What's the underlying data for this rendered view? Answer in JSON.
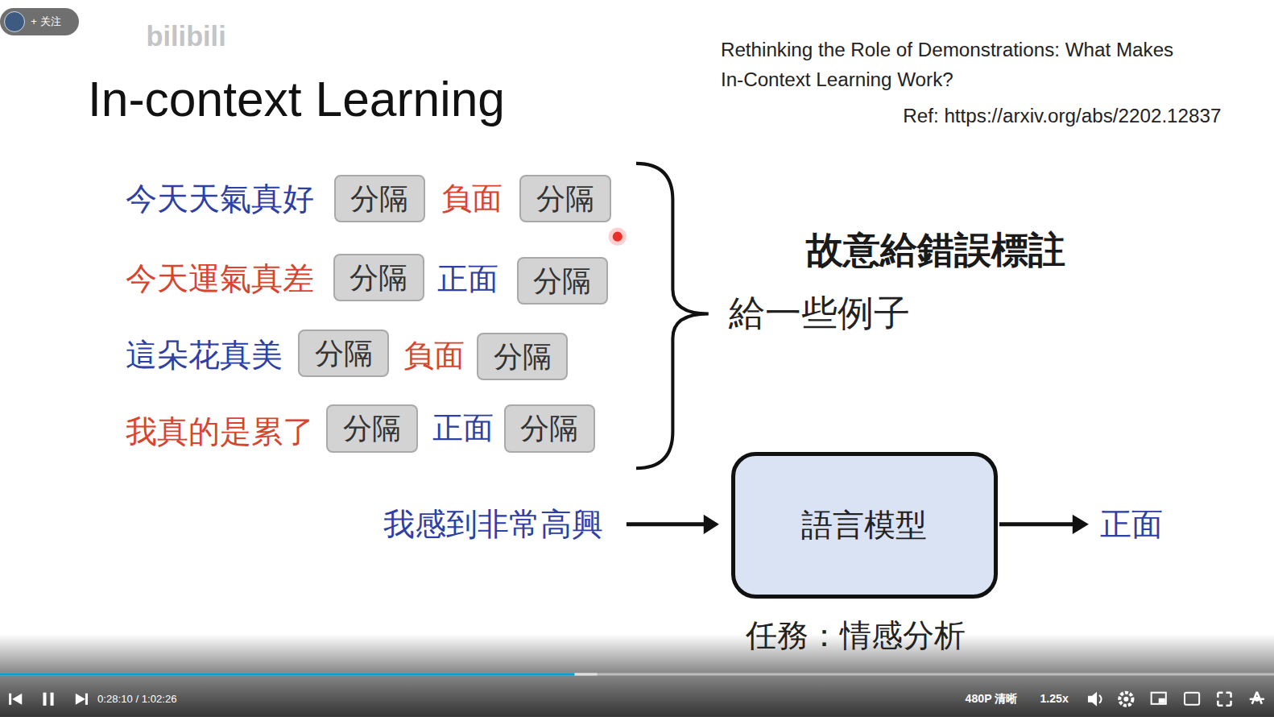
{
  "diagram": {
    "title": "In-context Learning",
    "nodes": [
      {
        "text": [
          "+ 关注"
        ]
      },
      {
        "text": [
          "分隔"
        ]
      },
      {
        "text": [
          "分隔"
        ]
      },
      {
        "text": [
          "分隔"
        ]
      },
      {
        "text": [
          "分隔"
        ]
      },
      {
        "text": [
          "分隔"
        ]
      },
      {
        "text": [
          "分隔"
        ]
      },
      {
        "text": [
          "分隔"
        ]
      },
      {
        "text": [
          "分隔"
        ]
      },
      {
        "text": [
          "語言模型"
        ]
      }
    ],
    "labels": [
      "bilibili",
      "Rethinking the Role of Demonstrations: What Makes In-Context Learning Work?",
      "Ref: https://arxiv.org/abs/2202.12837",
      "今天天氣真好",
      "負面",
      "今天運氣真差",
      "正面",
      "這朵花真美",
      "負面",
      "我真的是累了",
      "正面",
      "故意給錯誤標註",
      "給一些例子",
      "我感到非常高興",
      "正面",
      "任務：情感分析",
      "0:28:10 / 1:02:26",
      "480P 清晰",
      "1.25x"
    ]
  }
}
